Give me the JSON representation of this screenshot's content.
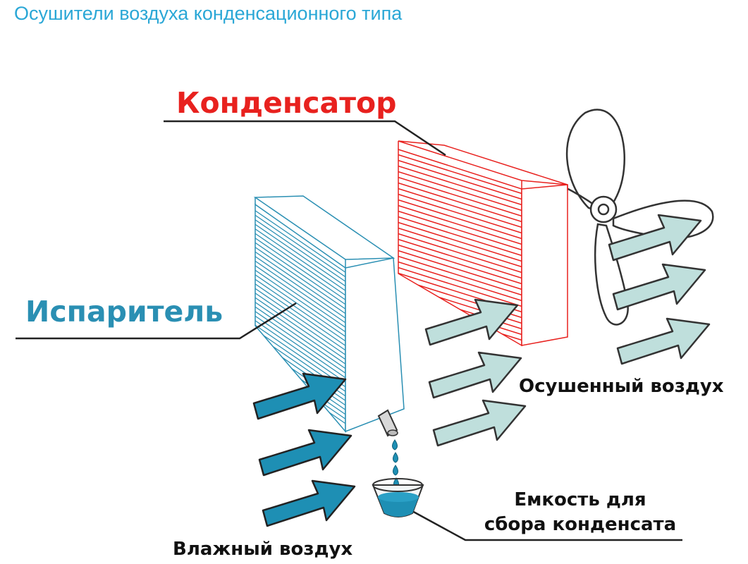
{
  "page": {
    "title": "Осушители воздуха конденсационного типа"
  },
  "diagram": {
    "labels": {
      "condenser": "Конденсатор",
      "evaporator": "Испаритель",
      "dried_air": "Осушенный воздух",
      "container_line1": "Емкость для",
      "container_line2": "сбора конденсата",
      "humid_air": "Влажный воздух"
    },
    "colors": {
      "condenser": "#e8211e",
      "evaporator": "#2a8fb3",
      "humid_arrow": "#1e8fb4",
      "dried_arrow": "#bfdfdc",
      "water": "#1e8fb4",
      "title": "#2aa7d6"
    }
  }
}
